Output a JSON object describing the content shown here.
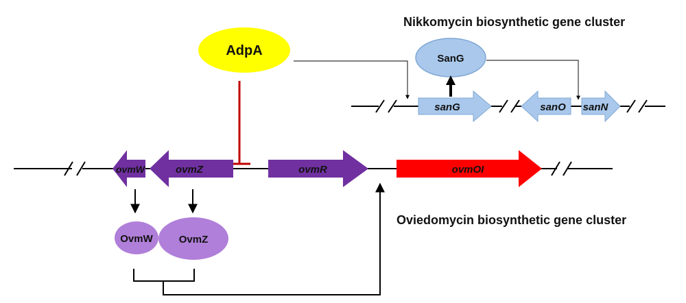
{
  "clusters": {
    "nikkomycin_title": "Nikkomycin biosynthetic gene cluster",
    "oviedomycin_title": "Oviedomycin biosynthetic gene cluster"
  },
  "proteins": {
    "adpa": "AdpA",
    "sang": "SanG",
    "ovmw": "OvmW",
    "ovmz": "OvmZ"
  },
  "genes": {
    "sang": "sanG",
    "sano": "sanO",
    "sann": "sanN",
    "ovmw": "ovmW",
    "ovmz": "ovmZ",
    "ovmr": "ovmR",
    "ovmoi": "ovmOI"
  },
  "colors": {
    "adpa_fill": "#FFFF00",
    "nikkomycin_fill": "#A9C8EC",
    "oviedomycin_arrow": "#7030A0",
    "oviedomycin_protein": "#B07FD9",
    "ovmoi_fill": "#FF0000",
    "repression_line": "#C00000"
  }
}
